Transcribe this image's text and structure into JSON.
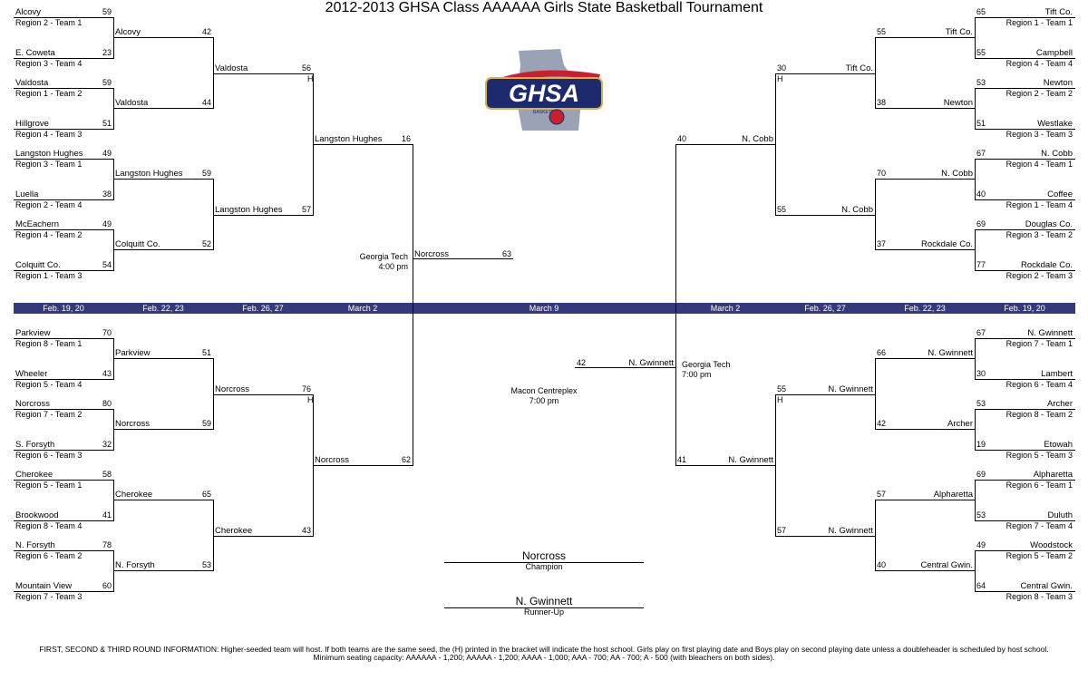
{
  "title": "2012-2013 GHSA Class AAAAAA Girls State Basketball Tournament",
  "logo": {
    "text": "GHSA",
    "subtext": "BASKETBALL",
    "colors": {
      "navy": "#1d2a6e",
      "red": "#c8202f",
      "gold": "#d8b34a",
      "shape": "#9aa3b5"
    }
  },
  "band_color": "#35397a",
  "rounds": {
    "left": [
      "Feb. 19, 20",
      "Feb. 22, 23",
      "Feb. 26, 27",
      "March 2"
    ],
    "center": "March 9",
    "right": [
      "March 2",
      "Feb. 26, 27",
      "Feb. 22, 23",
      "Feb. 19, 20"
    ]
  },
  "left_top": {
    "r1": [
      {
        "team": "Alcovy",
        "seed": "Region 2 - Team 1",
        "score": "59"
      },
      {
        "team": "E. Coweta",
        "seed": "Region 3 - Team 4",
        "score": "23"
      },
      {
        "team": "Valdosta",
        "seed": "Region 1 - Team 2",
        "score": "59"
      },
      {
        "team": "Hillgrove",
        "seed": "Region 4 - Team 3",
        "score": "51"
      },
      {
        "team": "Langston Hughes",
        "seed": "Region 3 - Team 1",
        "score": "49"
      },
      {
        "team": "Luella",
        "seed": "Region 2 - Team 4",
        "score": "38"
      },
      {
        "team": "McEachern",
        "seed": "Region 4 - Team 2",
        "score": "49"
      },
      {
        "team": "Colquitt Co.",
        "seed": "Region 1 - Team 3",
        "score": "54"
      }
    ],
    "r2": [
      {
        "team": "Alcovy",
        "score": "42"
      },
      {
        "team": "Valdosta",
        "score": "44"
      },
      {
        "team": "Langston Hughes",
        "score": "59"
      },
      {
        "team": "Colquitt Co.",
        "score": "52"
      }
    ],
    "r3": [
      {
        "team": "Valdosta",
        "score": "56",
        "host": "H"
      },
      {
        "team": "Langston Hughes",
        "score": "57"
      }
    ],
    "r4": {
      "team": "Langston Hughes",
      "score": "16"
    }
  },
  "left_bottom": {
    "r1": [
      {
        "team": "Parkview",
        "seed": "Region 8 - Team 1",
        "score": "70"
      },
      {
        "team": "Wheeler",
        "seed": "Region 5 - Team 4",
        "score": "43"
      },
      {
        "team": "Norcross",
        "seed": "Region 7 - Team 2",
        "score": "80"
      },
      {
        "team": "S. Forsyth",
        "seed": "Region 6 - Team 3",
        "score": "32"
      },
      {
        "team": "Cherokee",
        "seed": "Region 5 - Team 1",
        "score": "58"
      },
      {
        "team": "Brookwood",
        "seed": "Region 8 - Team 4",
        "score": "41"
      },
      {
        "team": "N. Forsyth",
        "seed": "Region 6 - Team 2",
        "score": "78"
      },
      {
        "team": "Mountain View",
        "seed": "Region 7 - Team 3",
        "score": "60"
      }
    ],
    "r2": [
      {
        "team": "Parkview",
        "score": "51"
      },
      {
        "team": "Norcross",
        "score": "59"
      },
      {
        "team": "Cherokee",
        "score": "65"
      },
      {
        "team": "N. Forsyth",
        "score": "53"
      }
    ],
    "r3": [
      {
        "team": "Norcross",
        "score": "76",
        "host": "H"
      },
      {
        "team": "Cherokee",
        "score": "43"
      }
    ],
    "r4": {
      "team": "Norcross",
      "score": "62"
    }
  },
  "right_top": {
    "r1": [
      {
        "team": "Tift Co.",
        "seed": "Region 1 - Team 1",
        "score": "65"
      },
      {
        "team": "Campbell",
        "seed": "Region 4 - Team 4",
        "score": "55"
      },
      {
        "team": "Newton",
        "seed": "Region 2 - Team 2",
        "score": "53"
      },
      {
        "team": "Westlake",
        "seed": "Region 3 - Team 3",
        "score": "51"
      },
      {
        "team": "N. Cobb",
        "seed": "Region 4 - Team 1",
        "score": "67"
      },
      {
        "team": "Coffee",
        "seed": "Region 1 - Team 4",
        "score": "40"
      },
      {
        "team": "Douglas Co.",
        "seed": "Region 3 - Team 2",
        "score": "69"
      },
      {
        "team": "Rockdale Co.",
        "seed": "Region 2 - Team 3",
        "score": "77"
      }
    ],
    "r2": [
      {
        "team": "Tift Co.",
        "score": "55"
      },
      {
        "team": "Newton",
        "score": "38"
      },
      {
        "team": "N. Cobb",
        "score": "70"
      },
      {
        "team": "Rockdale Co.",
        "score": "37"
      }
    ],
    "r3": [
      {
        "team": "Tift Co.",
        "score": "30",
        "host": "H"
      },
      {
        "team": "N. Cobb",
        "score": "55"
      }
    ],
    "r4": {
      "team": "N. Cobb",
      "score": "40"
    }
  },
  "right_bottom": {
    "r1": [
      {
        "team": "N. Gwinnett",
        "seed": "Region 7 - Team 1",
        "score": "67"
      },
      {
        "team": "Lambert",
        "seed": "Region 6 - Team 4",
        "score": "30"
      },
      {
        "team": "Archer",
        "seed": "Region 8 - Team 2",
        "score": "53"
      },
      {
        "team": "Etowah",
        "seed": "Region 5 - Team 3",
        "score": "19"
      },
      {
        "team": "Alpharetta",
        "seed": "Region 6 - Team 1",
        "score": "69"
      },
      {
        "team": "Duluth",
        "seed": "Region 7 - Team 4",
        "score": "53"
      },
      {
        "team": "Woodstock",
        "seed": "Region 5 - Team 2",
        "score": "49"
      },
      {
        "team": "Central Gwin.",
        "seed": "Region 8 - Team 3",
        "score": "64"
      }
    ],
    "r2": [
      {
        "team": "N. Gwinnett",
        "score": "66"
      },
      {
        "team": "Archer",
        "score": "42"
      },
      {
        "team": "Alpharetta",
        "score": "57"
      },
      {
        "team": "Central Gwin.",
        "score": "40"
      }
    ],
    "r3": [
      {
        "team": "N. Gwinnett",
        "score": "55",
        "host": "H"
      },
      {
        "team": "N. Gwinnett",
        "score": "57"
      }
    ],
    "r4": {
      "team": "N. Gwinnett",
      "score": "41"
    }
  },
  "semis": {
    "left": {
      "team": "Norcross",
      "score": "63",
      "venue_name": "Georgia Tech",
      "venue_time": "4:00 pm"
    },
    "right": {
      "team": "N. Gwinnett",
      "score": "42",
      "venue_name": "Georgia Tech",
      "venue_time": "7:00 pm"
    }
  },
  "final": {
    "venue_name": "Macon Centreplex",
    "venue_time": "7:00 pm"
  },
  "champion": {
    "team": "Norcross",
    "label": "Champion"
  },
  "runner_up": {
    "team": "N. Gwinnett",
    "label": "Runner-Up"
  },
  "footer": {
    "line1": "FIRST, SECOND & THIRD ROUND INFORMATION: Higher-seeded team will host. If both teams are the same seed, the (H) printed in the bracket will indicate the host school.  Girls play on first playing date and Boys play on second playing date unless a doubleheader is scheduled by host school.",
    "line2": "Minimum seating capacity: AAAAAA - 1,200; AAAAA - 1,200; AAAA - 1,000; AAA - 700; AA - 700; A - 500 (with bleachers on both sides)."
  }
}
